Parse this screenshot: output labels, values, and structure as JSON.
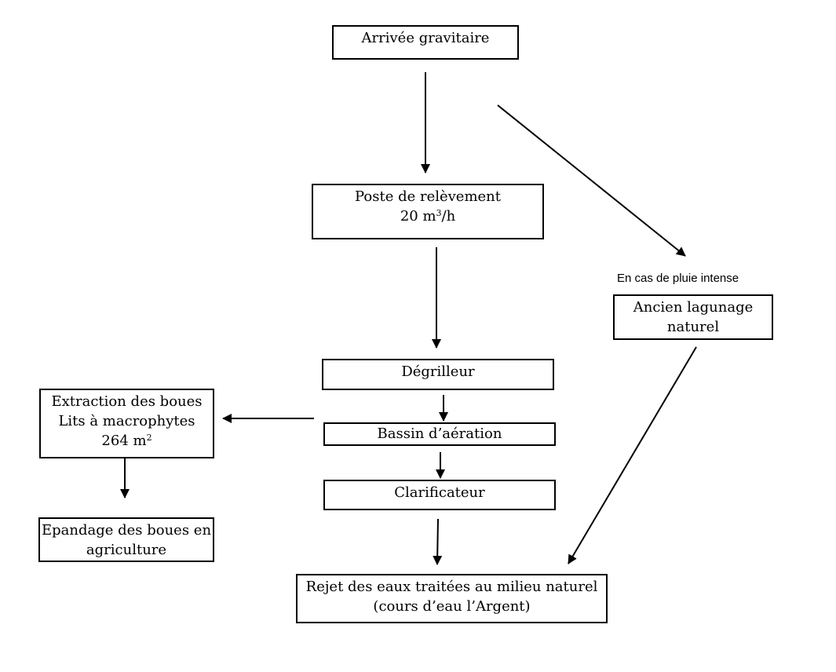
{
  "nodes": {
    "arrivee": {
      "lines": [
        "Arrivée gravitaire"
      ]
    },
    "poste": {
      "line1": "Poste de relèvement",
      "value": "20 m",
      "sup": "3",
      "unit": "/h"
    },
    "lagunage": {
      "lines": [
        "Ancien lagunage",
        "naturel"
      ]
    },
    "degrilleur": {
      "lines": [
        "Dégrilleur"
      ]
    },
    "bassin": {
      "lines": [
        "Bassin d’aération"
      ]
    },
    "clarificateur": {
      "lines": [
        "Clarificateur"
      ]
    },
    "extraction": {
      "line1": "Extraction des boues",
      "line2": "Lits à macrophytes",
      "value": "264 m",
      "sup": "2"
    },
    "epandage": {
      "lines": [
        "Epandage des boues en",
        "agriculture"
      ]
    },
    "rejet": {
      "lines": [
        "Rejet des eaux traitées au milieu naturel",
        "(cours d’eau l’Argent)"
      ]
    }
  },
  "notes": {
    "pluie": "En cas de pluie intense"
  },
  "edges": [
    {
      "from": "arrivee",
      "to": "poste"
    },
    {
      "from": "arrivee",
      "to": "lagunage"
    },
    {
      "from": "poste",
      "to": "degrilleur"
    },
    {
      "from": "degrilleur",
      "to": "bassin"
    },
    {
      "from": "bassin",
      "to": "clarificateur"
    },
    {
      "from": "clarificateur",
      "to": "rejet"
    },
    {
      "from": "lagunage",
      "to": "rejet"
    },
    {
      "from": "bassin",
      "to": "extraction"
    },
    {
      "from": "extraction",
      "to": "epandage"
    }
  ]
}
